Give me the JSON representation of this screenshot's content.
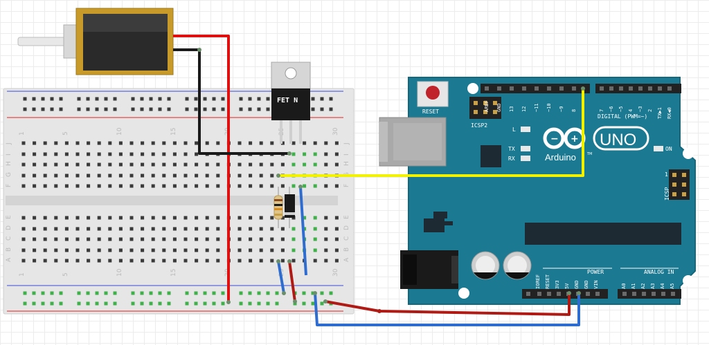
{
  "colors": {
    "wire_red": "#e01010",
    "wire_black": "#1a1a1a",
    "wire_yellow": "#f2f200",
    "wire_blue": "#2f6ccf",
    "wire_darkred": "#b01a14",
    "arduino_teal": "#1b7a92",
    "breadboard": "#e6e6e6",
    "solenoid_gold": "#c79a2a"
  },
  "breadboard": {
    "top_column_numbers": [
      "1",
      "5",
      "10",
      "15",
      "20",
      "25",
      "30"
    ],
    "bottom_column_numbers": [
      "1",
      "5",
      "10",
      "15",
      "20",
      "25",
      "30"
    ],
    "left_row_letters": [
      "J",
      "I",
      "H",
      "G",
      "F",
      "E",
      "D",
      "C",
      "B",
      "A"
    ],
    "right_row_letters": [
      "J",
      "I",
      "H",
      "G",
      "F",
      "E",
      "D",
      "C",
      "B",
      "A"
    ]
  },
  "transistor": {
    "label": "FET N"
  },
  "arduino": {
    "reset_label": "RESET",
    "icsp2_label": "ICSP2",
    "led_l": "L",
    "led_tx": "TX",
    "led_rx": "RX",
    "led_on": "ON",
    "brand": "Arduino",
    "tm": "TM",
    "model": "UNO",
    "digital_label": "DIGITAL (PWM=~)",
    "digital_pins_left": [
      "AREF",
      "GND",
      "13",
      "12",
      "~11",
      "~10",
      "~9",
      "8"
    ],
    "digital_pins_right": [
      "7",
      "~6",
      "~5",
      "4",
      "~3",
      "2",
      "TX▶1",
      "RX◀0"
    ],
    "icsp_label": "ICSP",
    "icsp_pin1": "1",
    "power_label": "POWER",
    "analog_label": "ANALOG IN",
    "power_pins": [
      "IOREF",
      "RESET",
      "3V3",
      "5V",
      "GND",
      "GND",
      "VIN"
    ],
    "analog_pins": [
      "A0",
      "A1",
      "A2",
      "A3",
      "A4",
      "A5"
    ]
  }
}
